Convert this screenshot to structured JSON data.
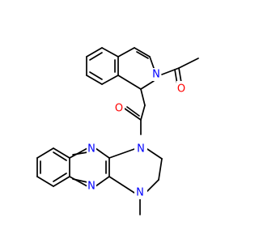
{
  "molecule": {
    "description_hidden": "",
    "colors": {
      "bond": "#000000",
      "nitrogen": "#0000ff",
      "oxygen": "#ff0000",
      "background": "#ffffff"
    },
    "atom_labels": {
      "acetyl_oxygen": "O",
      "ketone_oxygen": "O",
      "isoquinoline_nitrogen": "N",
      "diazepine_n1": "N",
      "diazepine_n4": "N",
      "quinoxaline_n_top": "N",
      "quinoxaline_n_bottom": "N"
    }
  }
}
